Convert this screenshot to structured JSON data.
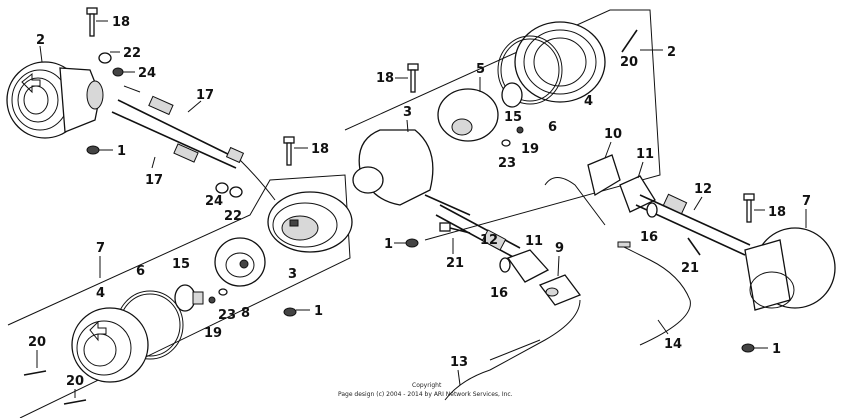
{
  "callouts": [
    {
      "id": "c1",
      "text": "18"
    },
    {
      "id": "c2",
      "text": "2"
    },
    {
      "id": "c3",
      "text": "22"
    },
    {
      "id": "c4",
      "text": "24"
    },
    {
      "id": "c5",
      "text": "17"
    },
    {
      "id": "c6",
      "text": "1"
    },
    {
      "id": "c7",
      "text": "17"
    },
    {
      "id": "c8",
      "text": "18"
    },
    {
      "id": "c9",
      "text": "24"
    },
    {
      "id": "c10",
      "text": "22"
    },
    {
      "id": "c11",
      "text": "3"
    },
    {
      "id": "c12",
      "text": "7"
    },
    {
      "id": "c13",
      "text": "6"
    },
    {
      "id": "c14",
      "text": "15"
    },
    {
      "id": "c15",
      "text": "4"
    },
    {
      "id": "c16",
      "text": "23"
    },
    {
      "id": "c17",
      "text": "19"
    },
    {
      "id": "c18",
      "text": "8"
    },
    {
      "id": "c19",
      "text": "1"
    },
    {
      "id": "c20",
      "text": "20"
    },
    {
      "id": "c21",
      "text": "20"
    },
    {
      "id": "c22",
      "text": "18"
    },
    {
      "id": "c23",
      "text": "5"
    },
    {
      "id": "c24",
      "text": "3"
    },
    {
      "id": "c25",
      "text": "15"
    },
    {
      "id": "c26",
      "text": "4"
    },
    {
      "id": "c27",
      "text": "6"
    },
    {
      "id": "c28",
      "text": "23"
    },
    {
      "id": "c29",
      "text": "19"
    },
    {
      "id": "c30",
      "text": "2"
    },
    {
      "id": "c31",
      "text": "20"
    },
    {
      "id": "c32",
      "text": "10"
    },
    {
      "id": "c33",
      "text": "11"
    },
    {
      "id": "c34",
      "text": "12"
    },
    {
      "id": "c35",
      "text": "7"
    },
    {
      "id": "c36",
      "text": "18"
    },
    {
      "id": "c37",
      "text": "16"
    },
    {
      "id": "c38",
      "text": "21"
    },
    {
      "id": "c39",
      "text": "12"
    },
    {
      "id": "c40",
      "text": "11"
    },
    {
      "id": "c41",
      "text": "9"
    },
    {
      "id": "c42",
      "text": "1"
    },
    {
      "id": "c43",
      "text": "21"
    },
    {
      "id": "c44",
      "text": "16"
    },
    {
      "id": "c45",
      "text": "14"
    },
    {
      "id": "c46",
      "text": "13"
    },
    {
      "id": "c47",
      "text": "1"
    }
  ],
  "copyright": {
    "line1": "Copyright",
    "line2": "Page design (c) 2004 - 2014 by ARI Network Services, Inc."
  }
}
